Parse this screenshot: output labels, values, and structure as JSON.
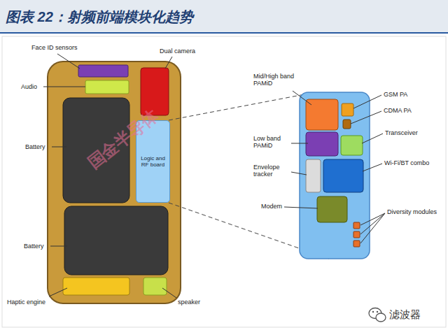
{
  "diagram": {
    "title": "图表 22：射频前端模块化趋势",
    "nodes": [
      {
        "text": [
          "Logic and RF board"
        ]
      }
    ],
    "labels": [
      "Face ID sensors",
      "Dual camera",
      "Audio",
      "Mid/High band PAMiD",
      "GSM PA",
      "CDMA PA",
      "Transceiver",
      "Low band PAMiD",
      "Wi-Fi/BT combo",
      "Envelope tracker",
      "Battery",
      "Modem",
      "Diversity modules",
      "Battery",
      "Haptic engine",
      "speaker",
      "国金半导体",
      "滤波器"
    ]
  }
}
